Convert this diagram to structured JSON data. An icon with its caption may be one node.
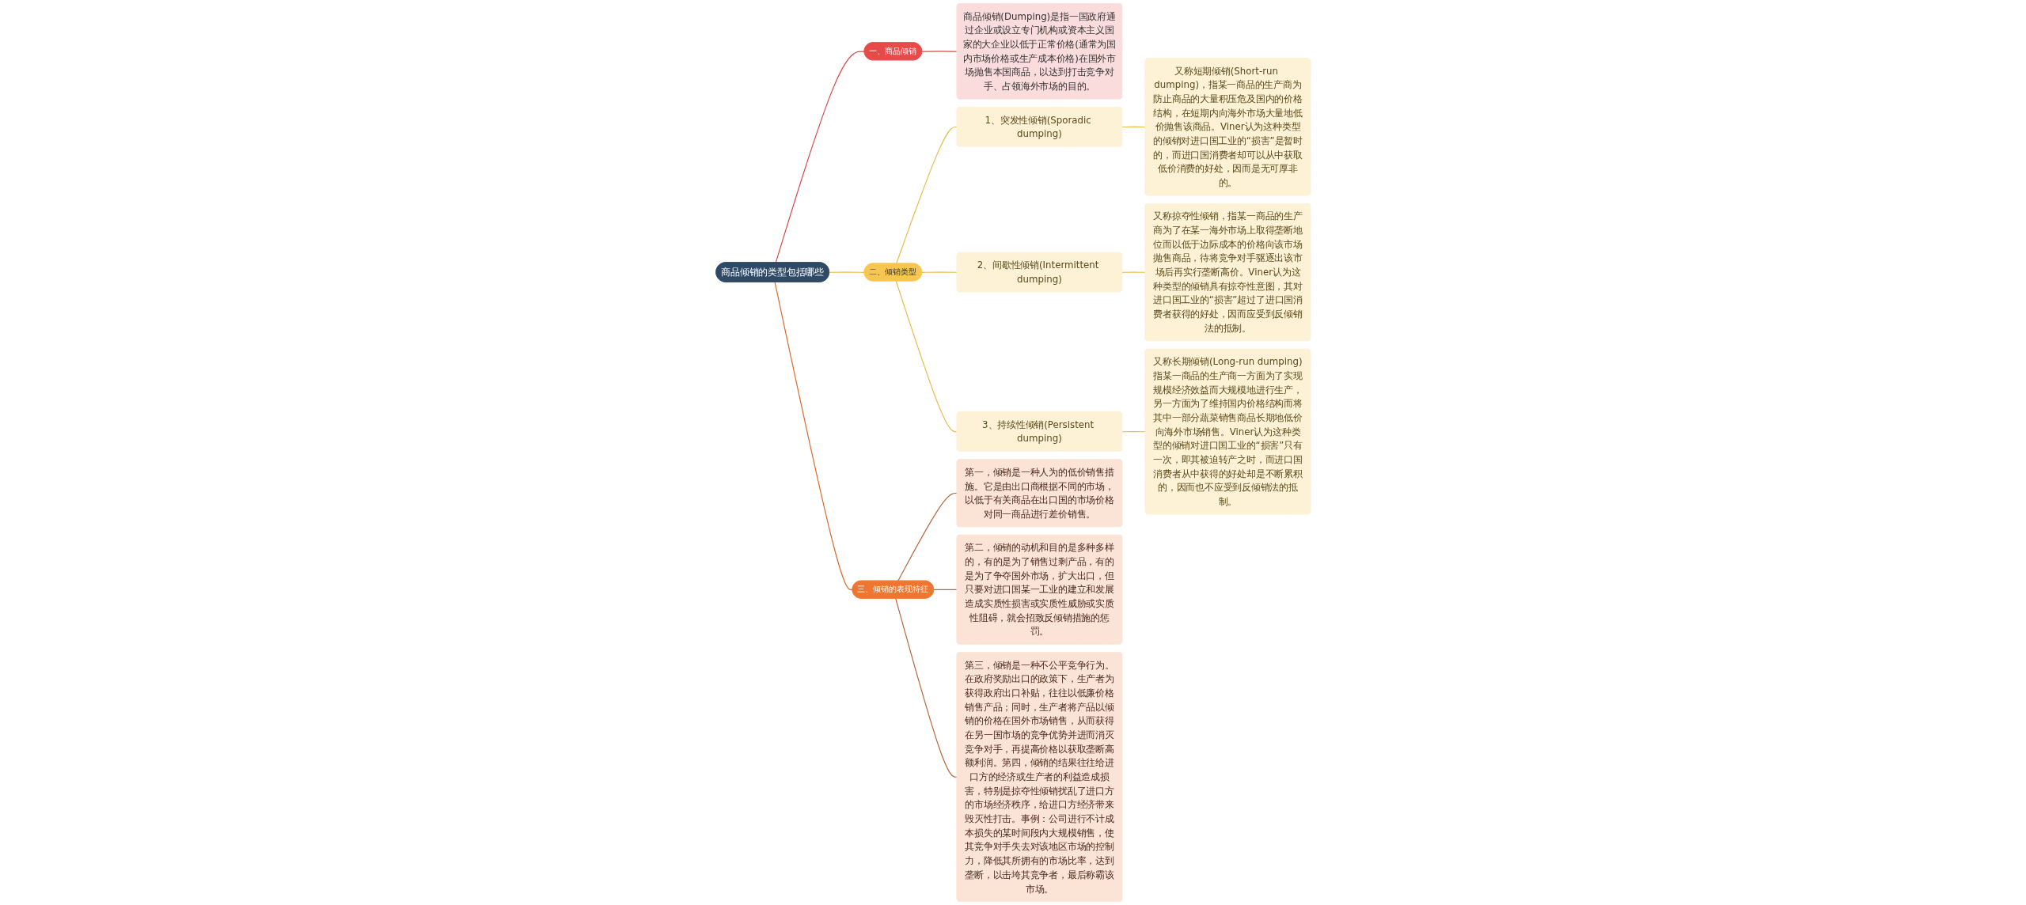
{
  "diagram": {
    "nodes": [
      {
        "text": [
          "商品倾销的类型包括哪些"
        ]
      },
      {
        "text": [
          "一、商品倾销"
        ]
      },
      {
        "text": [
          "商品倾销(Dumping)是指一国政府通过企业或设立专门机构或资本主义国家的大企业以低于正常价格(通常为国内市场价格或生产成本价格)在国外市场抛售本国商品，以达到打击竞争对手、占领海外市场的目的。"
        ]
      },
      {
        "text": [
          "二、倾销类型"
        ]
      },
      {
        "text": [
          "1、突发性倾销(Sporadic dumping)"
        ]
      },
      {
        "text": [
          "又称短期倾销(Short-run dumping)，指某一商品的生产商为防止商品的大量积压危及国内的价格结构，在短期内向海外市场大量地低价抛售该商品。Viner认为这种类型的倾销对进口国工业的“损害”是暂时的，而进口国消费者却可以从中获取低价消费的好处，因而是无可厚非的。"
        ]
      },
      {
        "text": [
          "2、间歇性倾销(Intermittent dumping)"
        ]
      },
      {
        "text": [
          "又称掠夺性倾销，指某一商品的生产商为了在某一海外市场上取得垄断地位而以低于边际成本的价格向该市场抛售商品，待将竞争对手驱逐出该市场后再实行垄断高价。Viner认为这种类型的倾销具有掠夺性意图，其对进口国工业的“损害”超过了进口国消费者获得的好处，因而应受到反倾销法的抵制。"
        ]
      },
      {
        "text": [
          "3、持续性倾销(Persistent dumping)"
        ]
      },
      {
        "text": [
          "又称长期倾销(Long-run dumping)指某一商品的生产商一方面为了实现规模经济效益而大规模地进行生产，另一方面为了维持国内价格结构而将其中一部分蔬菜销售商品长期地低价向海外市场销售。Viner认为这种类型的倾销对进口国工业的“损害”只有一次，即其被迫转产之时，而进口国消费者从中获得的好处却是不断累积的，因而也不应受到反倾销法的抵制。"
        ]
      },
      {
        "text": [
          "三、倾销的表现特征"
        ]
      },
      {
        "text": [
          "第一，倾销是一种人为的低价销售措施。它是由出口商根据不同的市场，以低于有关商品在出口国的市场价格对同一商品进行差价销售。"
        ]
      },
      {
        "text": [
          "第二，倾销的动机和目的是多种多样的，有的是为了销售过剩产品，有的是为了争夺国外市场，扩大出口，但只要对进口国某一工业的建立和发展造成实质性损害或实质性威胁或实质性阻碍，就会招致反倾销措施的惩罚。"
        ]
      },
      {
        "text": [
          "第三，倾销是一种不公平竞争行为。在政府奖励出口的政策下，生产者为获得政府出口补贴，往往以低廉价格销售产品；同时，生产者将产品以倾销的价格在国外市场销售，从而获得在另一国市场的竞争优势并进而消灭竞争对手，再提高价格以获取垄断高额利润。第四，倾销的结果往往给进口方的经济或生产者的利益造成损害，特别是掠夺性倾销扰乱了进口方的市场经济秩序，给进口方经济带来毁灭性打击。事例：公司进行不计成本损失的某时间段内大规模销售，使其竞争对手失去对该地区市场的控制力，降低其所拥有的市场比率，达到垄断，以击垮其竞争者，最后称霸该市场。"
        ]
      }
    ],
    "edges": [
      {
        "from": 0,
        "to": 1,
        "arrow": "none",
        "color": "#d94545"
      },
      {
        "from": 1,
        "to": 2,
        "arrow": "none",
        "color": "#d94545"
      },
      {
        "from": 0,
        "to": 3,
        "arrow": "none"
      },
      {
        "from": 3,
        "to": 4,
        "arrow": "none"
      },
      {
        "from": 4,
        "to": 5,
        "arrow": "none"
      },
      {
        "from": 3,
        "to": 6,
        "arrow": "none"
      },
      {
        "from": 6,
        "to": 7,
        "arrow": "none"
      },
      {
        "from": 3,
        "to": 8,
        "arrow": "none"
      },
      {
        "from": 8,
        "to": 9,
        "arrow": "none"
      },
      {
        "from": 0,
        "to": 10,
        "arrow": "none",
        "color": "#d9682a"
      },
      {
        "from": 10,
        "to": 11,
        "arrow": "none",
        "color": "#b5653a"
      },
      {
        "from": 10,
        "to": 12,
        "arrow": "none",
        "color": "#b5653a"
      },
      {
        "from": 10,
        "to": 13,
        "arrow": "none",
        "color": "#b5653a"
      }
    ]
  }
}
